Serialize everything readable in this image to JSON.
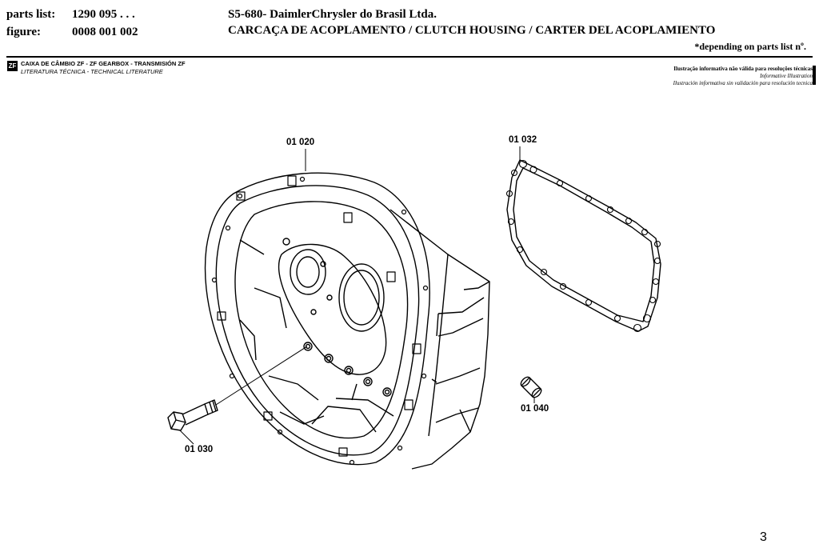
{
  "header": {
    "parts_list_label": "parts list:",
    "parts_list_value": "1290 095 . . .",
    "figure_label": "figure:",
    "figure_value": "0008 001 002",
    "model_line": "S5-680-  DaimlerChrysler do Brasil Ltda.",
    "title_line": "CARCAÇA DE ACOPLAMENTO / CLUTCH HOUSING / CARTER DEL ACOPLAMIENTO",
    "depending_note": "*depending on parts list nº."
  },
  "banner": {
    "logo_text": "ZF",
    "line1": "CAIXA DE CÂMBIO ZF - ZF GEARBOX - TRANSMISIÓN ZF",
    "line2": "LITERATURA TÉCNICA - TECHNICAL LITERATURE",
    "note1": "Ilustração informativa não válida para resoluções técnicas",
    "note2": "Informative Illustration",
    "note3": "Ilustración informativa sin validación para resolución tecnica"
  },
  "callouts": {
    "housing": "01 020",
    "gasket": "01 032",
    "bolt": "01 030",
    "pin": "01 040"
  },
  "page_number": "3"
}
